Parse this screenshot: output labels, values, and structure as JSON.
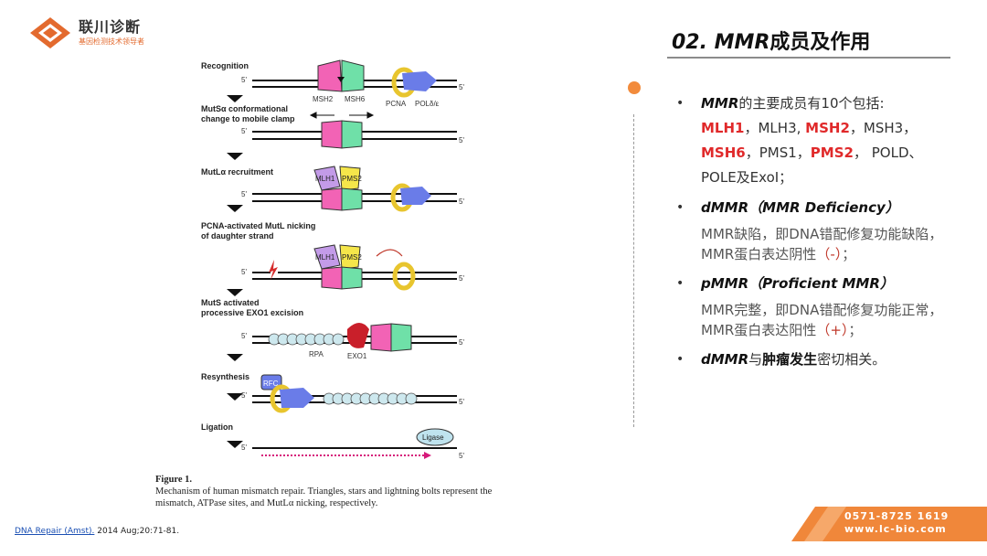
{
  "header": {
    "company_name": "联川诊断",
    "company_tagline": "基因检测技术领导者",
    "title_num": "02.",
    "title_mmr": "MMR",
    "title_rest": "成员及作用"
  },
  "bullets": {
    "b1_pre": "MMR",
    "b1_text": "的主要成员有10个包括:",
    "m1": "MLH1",
    "m1_sep": "，MLH3,",
    "m2": "MSH2",
    "m2_sep": "，MSH3，",
    "m3": "MSH6",
    "m3_sep": "，PMS1，",
    "m4": "PMS2",
    "m4_sep": "，  POLD、",
    "tail": "POLE及ExoI；",
    "b2_title": "dMMR（MMR Deficiency）",
    "b2_sub_a": "MMR缺陷，即DNA错配修复功能缺陷，MMR蛋白表达阴性",
    "b2_sub_paren": "（-）",
    "b2_sub_end": "；",
    "b3_title": "pMMR（Proficient MMR）",
    "b3_sub_a": "MMR完整，即DNA错配修复功能正常，MMR蛋白表达阳性",
    "b3_sub_paren": "（+）",
    "b3_sub_end": "；",
    "b4_a": "dMMR",
    "b4_b": "与",
    "b4_c": "肿瘤发生",
    "b4_d": "密切相关。"
  },
  "diagram": {
    "steps": [
      "Recognition",
      "MutSα conformational",
      "change to mobile clamp",
      "MutLα recruitment",
      "PCNA-activated MutL nicking",
      "of daughter strand",
      "MutS activated",
      "processive EXO1 excision",
      "Resynthesis",
      "Ligation"
    ],
    "labels": {
      "msh2": "MSH2",
      "msh6": "MSH6",
      "pcna": "PCNA",
      "pol": "POLδ/ε",
      "mlh1": "MLH1",
      "pms2": "PMS2",
      "rpa": "RPA",
      "exo1": "EXO1",
      "rfc": "RFC",
      "ligase": "Ligase",
      "five": "5'"
    }
  },
  "caption": {
    "title": "Figure 1.",
    "text": "Mechanism of human mismatch repair. Triangles, stars and lightning bolts represent the mismatch, ATPase sites, and MutLα nicking, respectively."
  },
  "reference": {
    "link": "DNA Repair (Amst).",
    "text": " 2014 Aug;20:71-81."
  },
  "contact": {
    "phone": "0571-8725 1619",
    "web": "www.lc-bio.com"
  },
  "colors": {
    "accent": "#f28b3c",
    "red": "#e0292a"
  }
}
